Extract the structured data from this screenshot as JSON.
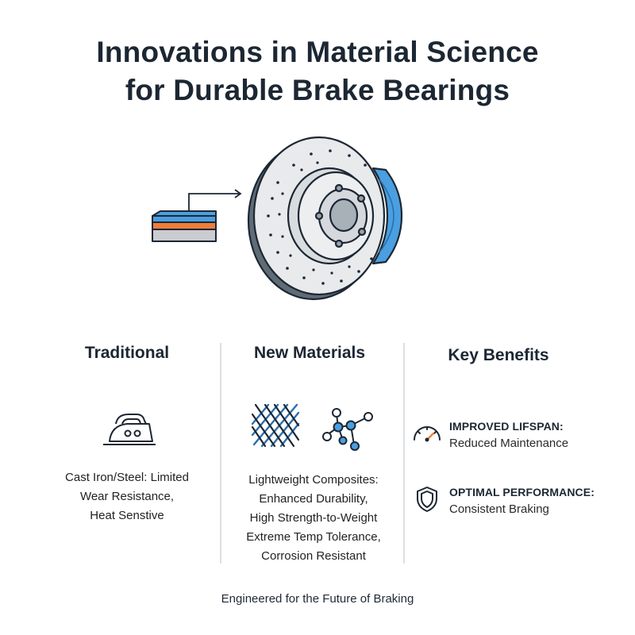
{
  "title": {
    "line1": "Innovations in Material Science",
    "line2": "for Durable Brake Bearings"
  },
  "colors": {
    "accent_blue": "#4a9fe0",
    "accent_orange": "#ee7d3b",
    "gray": "#c9ccd0",
    "ink": "#1c2733"
  },
  "columns": {
    "traditional": {
      "heading": "Traditional",
      "icon": "iron-icon",
      "lines": [
        "Cast Iron/Steel: Limited",
        "Wear Resistance,",
        "Heat Senstive"
      ]
    },
    "new_materials": {
      "heading": "New Materials",
      "icons": [
        "mesh-composite-icon",
        "molecule-icon"
      ],
      "lines": [
        "Lightweight Composites:",
        "Enhanced Durability,",
        "High Strength-to-Weight",
        "Extreme Temp Tolerance,",
        "Corrosion Resistant"
      ]
    },
    "benefits": {
      "heading": "Key Benefits",
      "items": [
        {
          "icon": "gauge-icon",
          "title": "IMPROVED LIFSPAN:",
          "subtitle": "Reduced Maintenance"
        },
        {
          "icon": "shield-icon",
          "title": "OPTIMAL PERFORMANCE:",
          "subtitle": "Consistent Braking"
        }
      ]
    }
  },
  "footer": "Engineered for the Future of Braking"
}
